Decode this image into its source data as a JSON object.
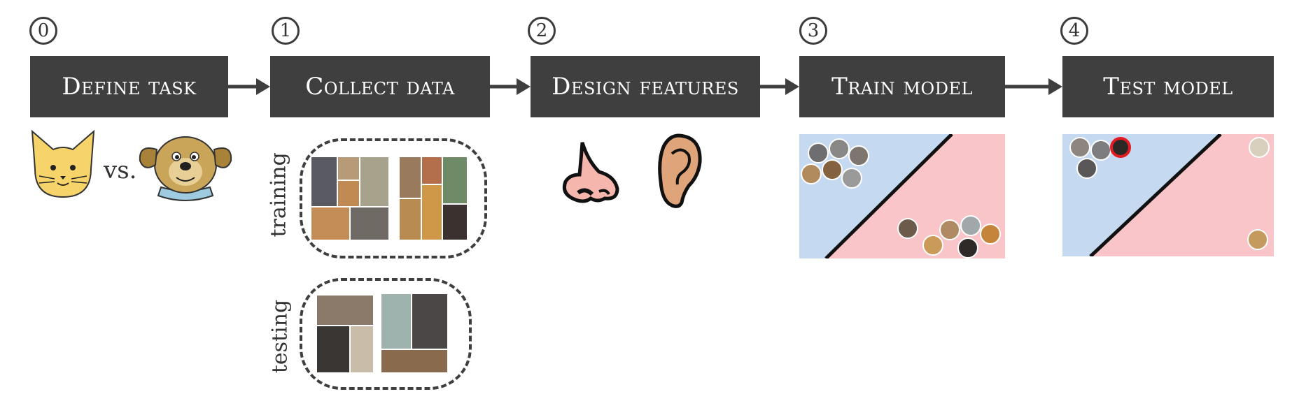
{
  "steps": [
    {
      "number": "0",
      "label": "Define task"
    },
    {
      "number": "1",
      "label": "Collect data"
    },
    {
      "number": "2",
      "label": "Design features"
    },
    {
      "number": "3",
      "label": "Train model"
    },
    {
      "number": "4",
      "label": "Test model"
    }
  ],
  "task": {
    "vs_text": "vs."
  },
  "data_sets": {
    "training_label": "training",
    "testing_label": "testing"
  },
  "colors": {
    "box": "#3f3f3f",
    "region_cat": "#c5d9f1",
    "region_dog": "#f9c5c9",
    "misclassified_ring": "#e31b23",
    "cat_face": "#f7d469",
    "dog_face": "#c9a55a"
  },
  "icons": [
    "cat-face-icon",
    "dog-face-icon",
    "nose-icon",
    "ear-icon"
  ]
}
